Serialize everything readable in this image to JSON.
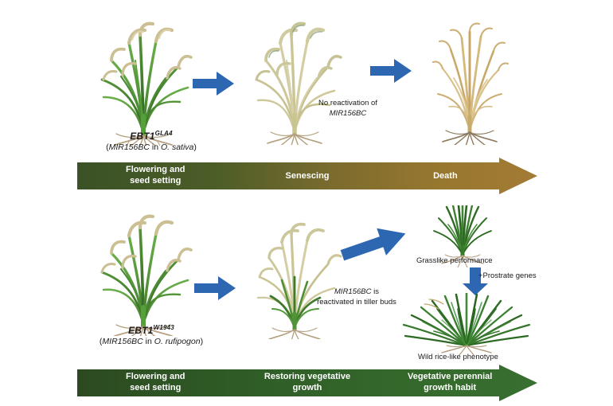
{
  "figure": {
    "title_alt": "EBT1 MIR156BC perenniality model in rice",
    "background": "#ffffff",
    "accent_blue": "#2E67B1"
  },
  "rows": [
    {
      "id": "top-row",
      "name": "osativa-senescence-row",
      "plants": [
        {
          "id": "plant-green-sativa",
          "name": "rice-plant-green-flowering",
          "state": "green-flowering"
        },
        {
          "id": "plant-senescing",
          "name": "rice-plant-senescing",
          "state": "senescing"
        },
        {
          "id": "plant-dead",
          "name": "rice-plant-dead",
          "state": "dead"
        }
      ],
      "caption": {
        "gene": "EBT1",
        "allele": "GLA4",
        "subtitle_pre": "(",
        "subtitle_italic": "MIR156BC",
        "subtitle_mid": " in ",
        "subtitle_italic2": "O. sativa",
        "subtitle_post": ")"
      },
      "note": {
        "line1": "No reactivation of",
        "line2": "MIR156BC"
      },
      "timeline": {
        "name": "timeline-senescence",
        "color_start": "#3A5226",
        "color_end": "#A37B35",
        "stages": [
          {
            "label_line1": "Flowering and",
            "label_line2": "seed setting",
            "x_pct": 17
          },
          {
            "label_line1": "Senescing",
            "label_line2": "",
            "x_pct": 50
          },
          {
            "label_line1": "Death",
            "label_line2": "",
            "x_pct": 80
          }
        ]
      },
      "arrows": [
        {
          "name": "flow-arrow-1",
          "direction": "right"
        },
        {
          "name": "flow-arrow-2",
          "direction": "right"
        }
      ]
    },
    {
      "id": "bottom-row",
      "name": "orufipogon-perenniality-row",
      "plants": [
        {
          "id": "plant-green-rufipogon",
          "name": "rice-plant-green-flowering",
          "state": "green-flowering"
        },
        {
          "id": "plant-reactivated",
          "name": "rice-plant-reactivated-tillers",
          "state": "senescing-with-green-tillers"
        },
        {
          "id": "plant-grass-tuft",
          "name": "grasslike-tuft",
          "state": "grasslike"
        },
        {
          "id": "plant-wild-mound",
          "name": "wild-rice-spreading-mound",
          "state": "prostrate-perennial"
        }
      ],
      "caption": {
        "gene": "EBT1",
        "allele": "W1943",
        "subtitle_pre": "(",
        "subtitle_italic": "MIR156BC",
        "subtitle_mid": " in ",
        "subtitle_italic2": "O. rufipogon",
        "subtitle_post": ")"
      },
      "note": {
        "line1_italic": "MIR156BC",
        "line1_rest": " is",
        "line2": "reactivated in tiller buds"
      },
      "labels": {
        "grasslike": "Grasslike performance",
        "prostrate": "+Prostrate genes",
        "wild": "Wild rice-like phenotype"
      },
      "timeline": {
        "name": "timeline-perenniality",
        "color_start": "#2C4A21",
        "color_end": "#387031",
        "stages": [
          {
            "label_line1": "Flowering and",
            "label_line2": "seed setting",
            "x_pct": 17
          },
          {
            "label_line1": "Restoring vegetative",
            "label_line2": "growth",
            "x_pct": 50
          },
          {
            "label_line1": "Vegetative perennial",
            "label_line2": "growth habit",
            "x_pct": 81
          }
        ]
      },
      "arrows": [
        {
          "name": "flow-arrow-3",
          "direction": "right"
        },
        {
          "name": "flow-arrow-4",
          "direction": "up-right"
        },
        {
          "name": "flow-arrow-5",
          "direction": "down"
        }
      ]
    }
  ]
}
